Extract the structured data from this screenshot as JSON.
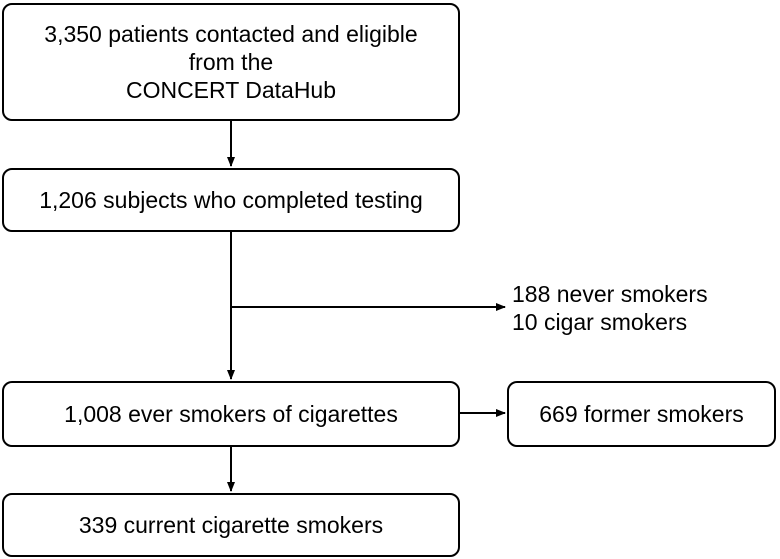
{
  "flowchart": {
    "box_eligible": {
      "line1": "3,350 patients contacted and eligible",
      "line2": "from the",
      "line3": "CONCERT DataHub"
    },
    "box_completed": "1,206 subjects who completed testing",
    "excluded": {
      "line1": "188 never smokers",
      "line2": "10 cigar smokers"
    },
    "box_ever_smokers": "1,008 ever smokers of cigarettes",
    "box_former_smokers": "669 former smokers",
    "box_current_smokers": "339 current cigarette smokers"
  }
}
